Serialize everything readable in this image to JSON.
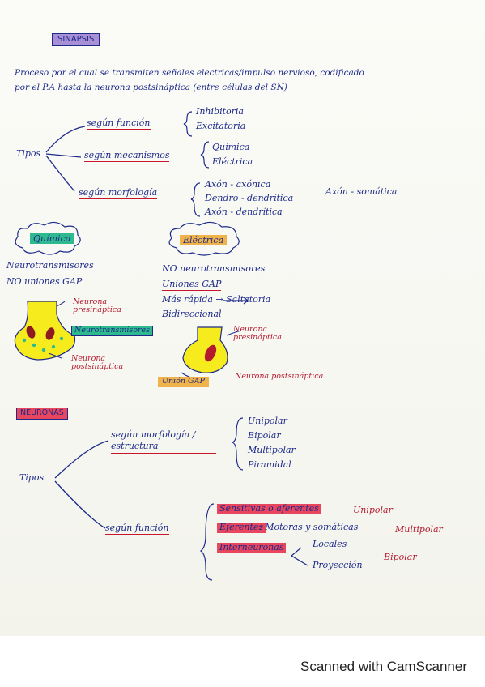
{
  "title": "SINAPSIS",
  "definition": {
    "line1": "Proceso por el cual se transmiten señales electricas/impulso nervioso, codificado",
    "line2": "por el P.A hasta la neurona postsináptica (entre células del SN)"
  },
  "sinapsis_tipos": {
    "label": "Tipos",
    "funcion": {
      "label": "según función",
      "items": [
        "Inhibitoria",
        "Excitatoria"
      ]
    },
    "mecanismos": {
      "label": "según mecanismos",
      "items": [
        "Química",
        "Eléctrica"
      ]
    },
    "morfologia": {
      "label": "según morfología",
      "items": [
        "Axón - axónica",
        "Dendro - dendrítica",
        "Axón - dendrítica"
      ],
      "extra": "Axón - somática"
    }
  },
  "quimica": {
    "label": "Química",
    "lines": [
      "Neurotransmisores",
      "NO uniones GAP"
    ],
    "pre_label": "Neurona presináptica",
    "nt_label": "Neurotransmisores",
    "post_label": "Neurona postsináptica"
  },
  "electrica": {
    "label": "Eléctrica",
    "lines": [
      "NO neurotransmisores",
      "Uniones GAP",
      "Más rápida → Saltatoria",
      "Bidireccional"
    ],
    "pre_label": "Neurona presináptica",
    "gap_label": "Unión GAP",
    "post_label": "Neurona postsináptica"
  },
  "neuronas": {
    "title": "NEURONAS",
    "tipos_label": "Tipos",
    "morfologia": {
      "label": "según morfología / estructura",
      "items": [
        "Unipolar",
        "Bipolar",
        "Multipolar",
        "Piramidal"
      ]
    },
    "funcion": {
      "label": "según función",
      "sensitivas": "Sensitivas o aferentes",
      "sensitivas_tipo": "Unipolar",
      "eferentes": "Eferentes",
      "eferentes_desc": ": Motoras y somáticas",
      "eferentes_tipo": "Multipolar",
      "interneuronas": "Interneuronas",
      "inter_items": [
        "Locales",
        "Proyección"
      ],
      "inter_tipo": "Bipolar"
    }
  },
  "footer": "Scanned with CamScanner",
  "colors": {
    "ink_blue": "#1d2a8a",
    "ink_red": "#b5192e",
    "neuron_yellow": "#f6ec1d",
    "highlight_green": "#2fb98e",
    "highlight_orange": "#f0b24a",
    "highlight_red": "#e8455e",
    "highlight_purple": "#a98fd6"
  }
}
